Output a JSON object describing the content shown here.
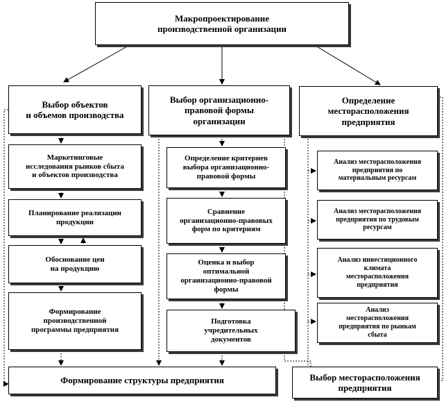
{
  "top": {
    "label": "Макропроектирование\nпроизводственной организации"
  },
  "columns": {
    "left": {
      "header": "Выбор объектов\nи объемов производства",
      "steps": [
        "Маркетинговые\nисследования рынков сбыта\nи объектов производства",
        "Планирование реализации\nпродукции",
        "Обоснование цен\nна продукцию",
        "Формирование\nпроизводственной\nпрограммы предприятия"
      ]
    },
    "middle": {
      "header": "Выбор организационно-\nправовой формы\nорганизации",
      "steps": [
        "Определение критериев\nвыбора организационно-\nправовой формы",
        "Сравнение\nорганизационно-правовых\nформ по критериям",
        "Оценка и выбор\nоптимальной\nорганизационно-правовой\nформы",
        "Подготовка\nучредительных\nдокументов"
      ]
    },
    "right": {
      "header": "Определение\nместорасположения\nпредприятия",
      "steps": [
        "Анализ месторасположения\nпредприятия по\nматериальным ресурсам",
        "Анализ месторасположения\nпредприятия по трудовым\nресурсам",
        "Анализ инвестиционного\nклимата\nместорасположения\nпредприятия",
        "Анализ\nместорасположения\nпредприятия по рынкам\nсбыта"
      ]
    }
  },
  "bottom": {
    "structure": "Формирование структуры предприятия",
    "location": "Выбор месторасположения\nпредприятия"
  }
}
